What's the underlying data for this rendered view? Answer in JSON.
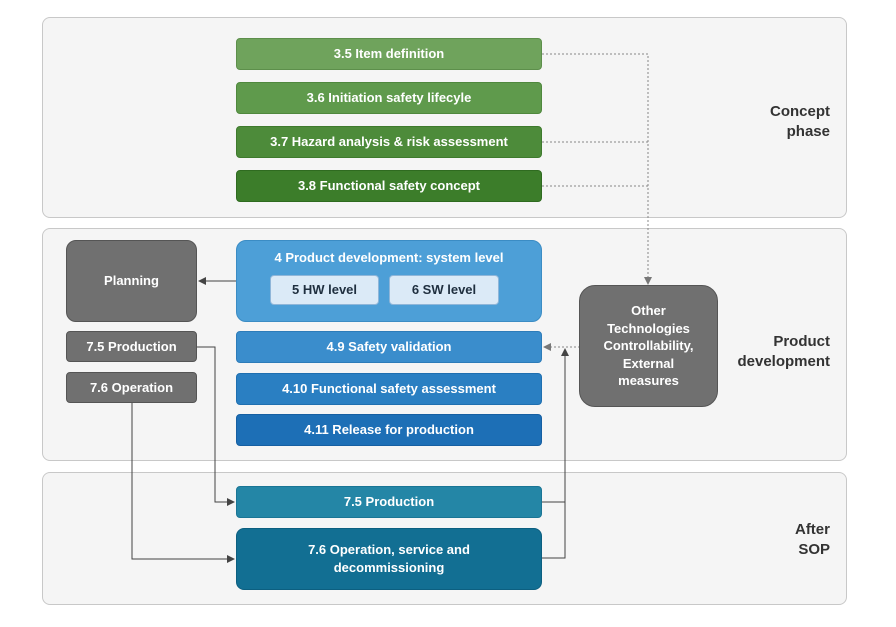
{
  "phases": {
    "concept": {
      "line1": "Concept",
      "line2": "phase"
    },
    "development": {
      "line1": "Product",
      "line2": "development"
    },
    "after": {
      "line1": "After",
      "line2": "SOP"
    }
  },
  "concept_items": [
    {
      "label": "3.5 Item definition"
    },
    {
      "label": "3.6 Initiation safety lifecyle"
    },
    {
      "label": "3.7 Hazard analysis & risk assessment"
    },
    {
      "label": "3.8 Functional safety concept"
    }
  ],
  "development": {
    "system_level": "4 Product development: system level",
    "hw_level": "5 HW level",
    "sw_level": "6 SW level",
    "safety_validation": "4.9 Safety validation",
    "fs_assessment": "4.10 Functional safety assessment",
    "release": "4.11 Release for production"
  },
  "left": {
    "planning": "Planning",
    "production": "7.5 Production",
    "operation": "7.6 Operation"
  },
  "other": {
    "line1": "Other",
    "line2": "Technologies",
    "line3": "Controllability,",
    "line4": "External",
    "line5": "measures"
  },
  "after": {
    "production": "7.5 Production",
    "operation_line1": "7.6 Operation, service and",
    "operation_line2": "decommissioning"
  },
  "colors": {
    "green_1": "#6fa35c",
    "green_2": "#5f9a4c",
    "green_3": "#4d8b3a",
    "green_4": "#3c7d2a",
    "blue_system": "#4d9fd7",
    "blue_validation": "#3a8dcc",
    "blue_assessment": "#2a7fc2",
    "blue_release": "#1d6fb6",
    "teal_production": "#2486a6",
    "teal_operation": "#126f93",
    "gray_box": "#707070"
  }
}
